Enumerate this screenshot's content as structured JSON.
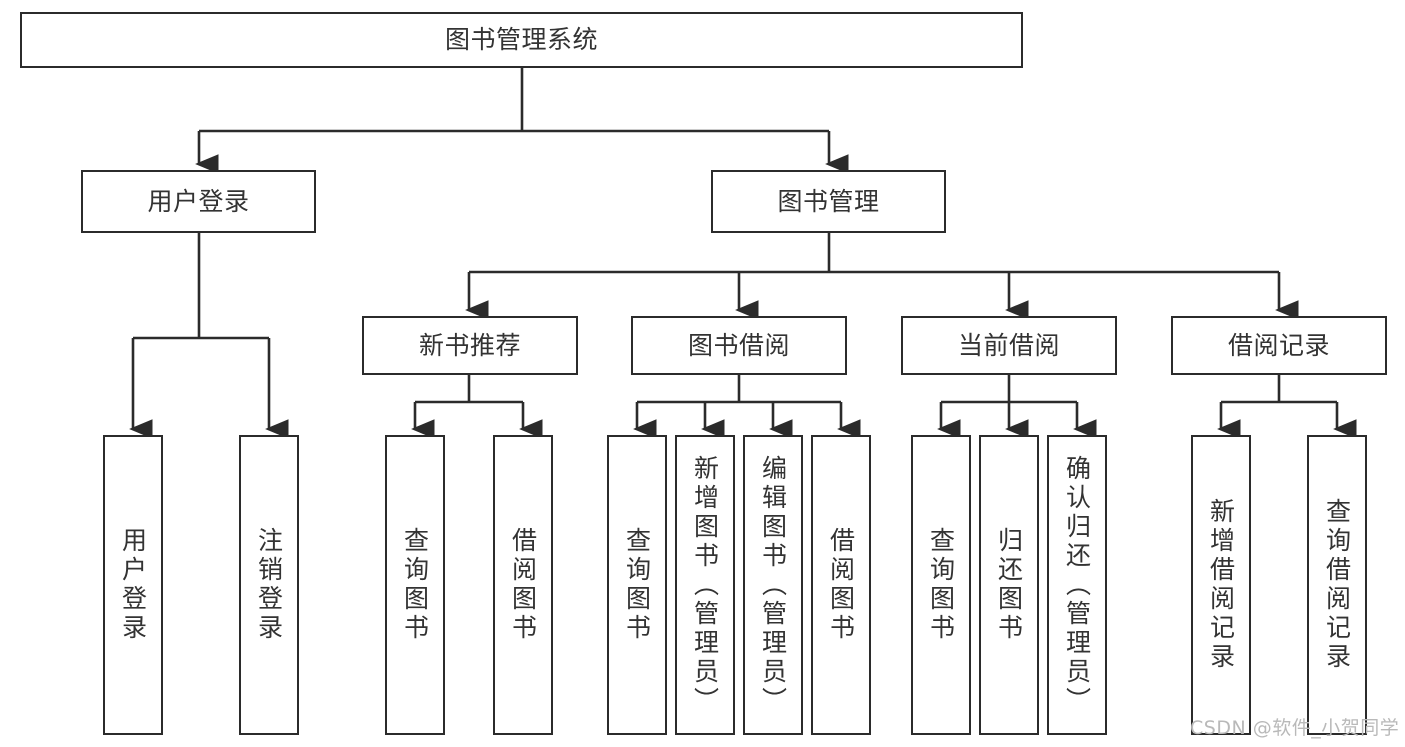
{
  "diagram": {
    "type": "hierarchy-tree",
    "title": "图书管理系统",
    "orientation": "top-down",
    "colors": {
      "box_border": "#2b2b2b",
      "box_fill": "#ffffff",
      "connector": "#2b2b2b",
      "text": "#333333",
      "watermark": "#b9b9b9",
      "background": "#ffffff"
    },
    "root": {
      "label": "图书管理系统"
    },
    "level2": [
      {
        "label": "用户登录"
      },
      {
        "label": "图书管理"
      }
    ],
    "level3": [
      {
        "label": "新书推荐"
      },
      {
        "label": "图书借阅"
      },
      {
        "label": "当前借阅"
      },
      {
        "label": "借阅记录"
      }
    ],
    "leaves": {
      "user_login": [
        {
          "label": "用户登录"
        },
        {
          "label": "注销登录"
        }
      ],
      "new_book_recommend": [
        {
          "label": "查询图书"
        },
        {
          "label": "借阅图书"
        }
      ],
      "book_borrow": [
        {
          "label": "查询图书"
        },
        {
          "label": "新增图书（管理员）"
        },
        {
          "label": "编辑图书（管理员）"
        },
        {
          "label": "借阅图书"
        }
      ],
      "current_borrow": [
        {
          "label": "查询图书"
        },
        {
          "label": "归还图书"
        },
        {
          "label": "确认归还（管理员）"
        }
      ],
      "borrow_record": [
        {
          "label": "新增借阅记录"
        },
        {
          "label": "查询借阅记录"
        }
      ]
    }
  },
  "watermark": {
    "text": "CSDN @软件_小贺同学"
  }
}
